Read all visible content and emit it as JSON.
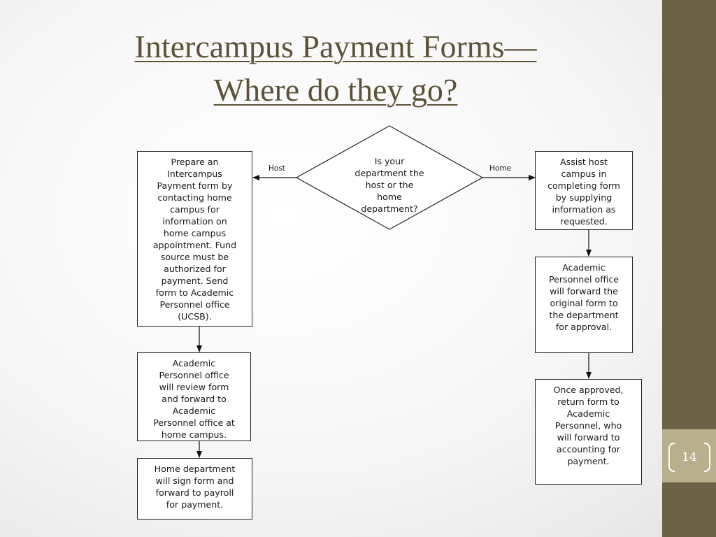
{
  "title": {
    "line1": "Intercampus Payment Forms—",
    "line2": "Where do they go?"
  },
  "decision": {
    "text": "Is your\ndepartment the\nhost or the\nhome\ndepartment?"
  },
  "edges": {
    "host_label": "Host",
    "home_label": "Home"
  },
  "host_path": {
    "step1": "Prepare an\nIntercampus\nPayment form by\ncontacting home\ncampus for\ninformation on\nhome campus\nappointment.  Fund\nsource must be\nauthorized for\npayment.  Send\nform to Academic\nPersonnel office\n(UCSB).",
    "step2": "Academic\nPersonnel office\nwill review form\nand forward to\nAcademic\nPersonnel office at\nhome campus.",
    "step3": "Home department\nwill sign form and\nforward to payroll\nfor payment."
  },
  "home_path": {
    "step1": "Assist host\ncampus in\ncompleting form\nby supplying\ninformation as\nrequested.",
    "step2": "Academic\nPersonnel office\nwill forward  the\noriginal form to\nthe department\nfor approval.",
    "step3": "Once approved,\nreturn form to\nAcademic\nPersonnel, who\nwill forward to\naccounting for\npayment."
  },
  "page_number": "14",
  "colors": {
    "title": "#5b5238",
    "side_band": "#6b6147",
    "page_tab": "#b8b08c"
  }
}
